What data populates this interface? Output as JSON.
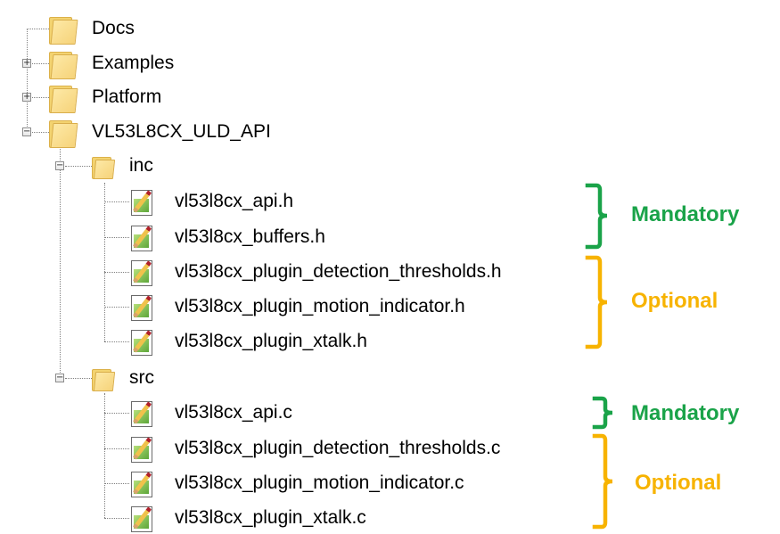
{
  "tree": {
    "docs": "Docs",
    "examples": "Examples",
    "platform": "Platform",
    "root": "VL53L8CX_ULD_API",
    "inc": {
      "label": "inc",
      "files": [
        "vl53l8cx_api.h",
        "vl53l8cx_buffers.h",
        "vl53l8cx_plugin_detection_thresholds.h",
        "vl53l8cx_plugin_motion_indicator.h",
        "vl53l8cx_plugin_xtalk.h"
      ]
    },
    "src": {
      "label": "src",
      "files": [
        "vl53l8cx_api.c",
        "vl53l8cx_plugin_detection_thresholds.c",
        "vl53l8cx_plugin_motion_indicator.c",
        "vl53l8cx_plugin_xtalk.c"
      ]
    }
  },
  "annotations": {
    "inc_mandatory": "Mandatory",
    "inc_optional": "Optional",
    "src_mandatory": "Mandatory",
    "src_optional": "Optional"
  },
  "colors": {
    "mandatory": "#1aa349",
    "optional": "#f7b300"
  }
}
